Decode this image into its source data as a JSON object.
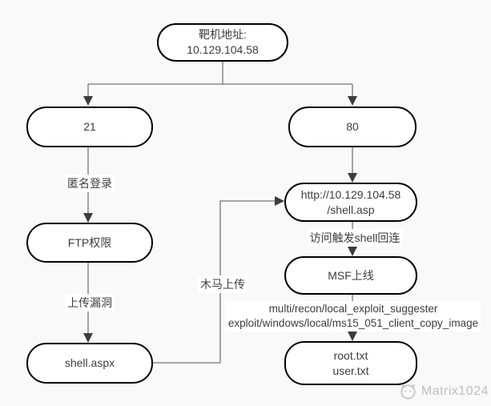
{
  "diagram": {
    "nodes": {
      "target": {
        "line1": "靶机地址:",
        "line2": "10.129.104.58"
      },
      "port21": {
        "label": "21"
      },
      "port80": {
        "label": "80"
      },
      "ftp": {
        "label": "FTP权限"
      },
      "shell_aspx": {
        "label": "shell.aspx"
      },
      "shell_url": {
        "line1": "http://10.129.104.58",
        "line2": "/shell.asp"
      },
      "msf": {
        "label": "MSF上线"
      },
      "flags": {
        "line1": "root.txt",
        "line2": "user.txt"
      }
    },
    "edge_labels": {
      "anonymous_login": "匿名登录",
      "upload_vuln": "上传漏洞",
      "trojan_upload": "木马上传",
      "shell_callback": "访问触发shell回连",
      "exploit_suggester": "multi/recon/local_exploit_suggester",
      "exploit_module": "exploit/windows/local/ms15_051_client_copy_image"
    },
    "colors": {
      "background": "#f9f9f9",
      "node_fill": "#ffffff",
      "node_border": "#000000",
      "connector": "#767676",
      "arrowhead": "#3c3c3c",
      "text": "#3d3d3d",
      "watermark": "#bfbfbf"
    },
    "watermark": {
      "label": "Matrix1024"
    }
  }
}
